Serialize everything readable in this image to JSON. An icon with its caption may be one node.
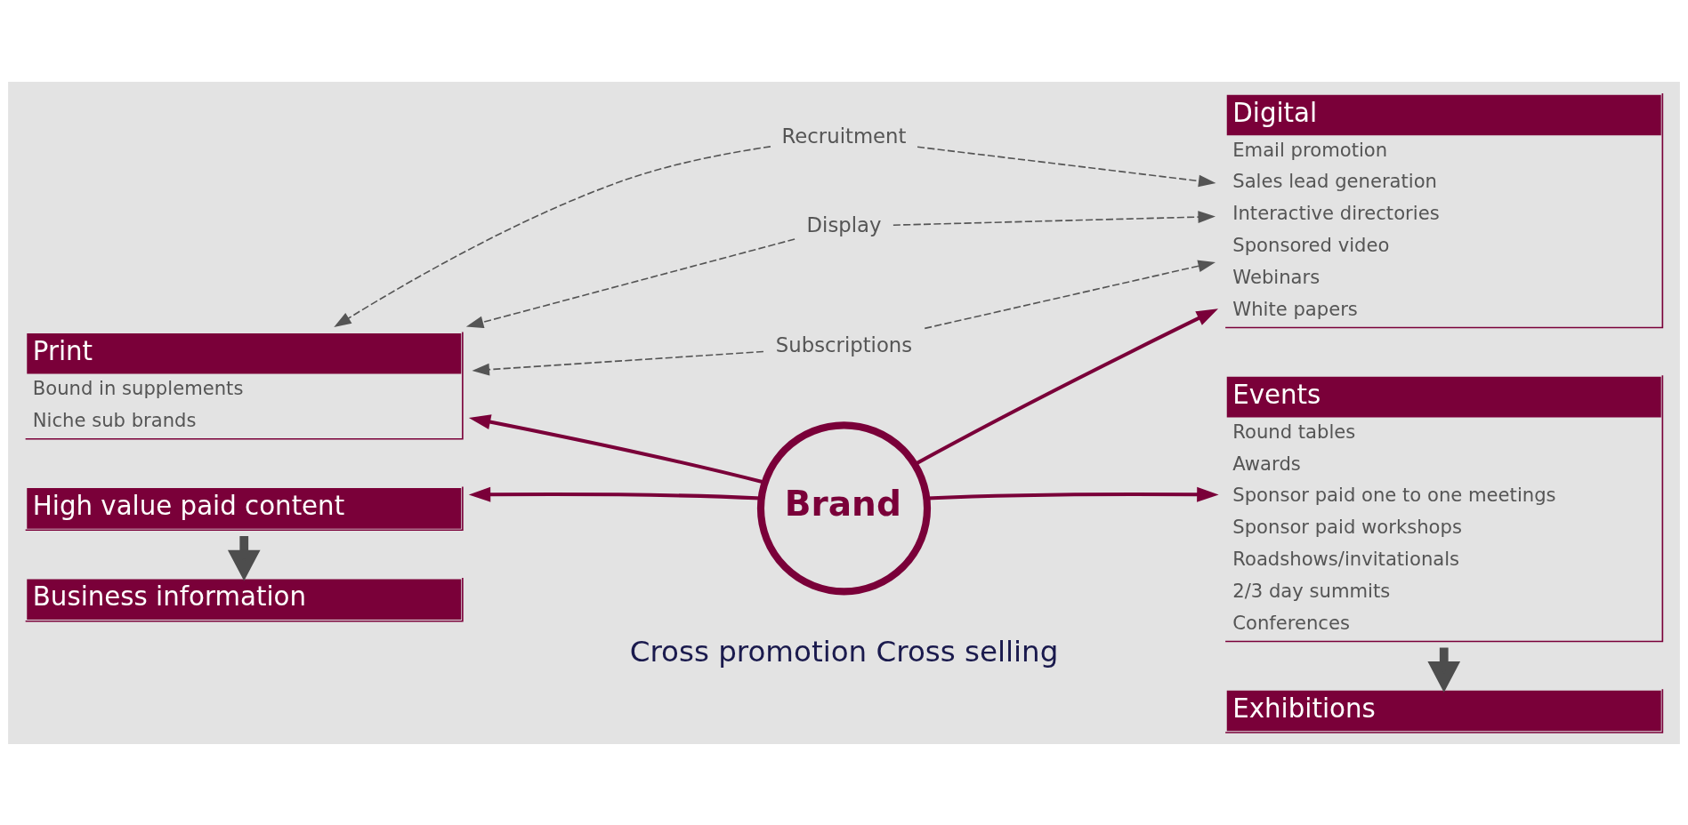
{
  "diagram": {
    "nodes": [
      {
        "text": [
          "Print",
          "Bound in supplements",
          "Niche sub brands"
        ]
      },
      {
        "text": [
          "Digital",
          "Email promotion",
          "Sales lead generation",
          "Interactive directories",
          "Sponsored video",
          "Webinars",
          "White papers"
        ]
      },
      {
        "text": [
          "High value paid content"
        ]
      },
      {
        "text": [
          "Events",
          "Round tables",
          "Awards",
          "Sponsor paid one to one meetings",
          "Sponsor paid workshops",
          "Roadshows/invitationals",
          "2/3 day summits",
          "Conferences"
        ]
      },
      {
        "text": [
          "Brand"
        ],
        "beside": [
          "Cross promotion Cross selling"
        ]
      },
      {
        "text": [
          "Business information"
        ]
      },
      {
        "text": [
          "Exhibitions"
        ]
      },
      {
        "text": [
          "Recruitment"
        ]
      },
      {
        "text": [
          "Display"
        ]
      },
      {
        "text": [
          "Subscriptions"
        ]
      }
    ],
    "edges": [
      {
        "from": 7,
        "to": 0,
        "arrow": "to",
        "style": "dashed"
      },
      {
        "from": 7,
        "to": 1,
        "arrow": "to",
        "style": "dashed"
      },
      {
        "from": 8,
        "to": 0,
        "arrow": "to",
        "style": "dashed"
      },
      {
        "from": 8,
        "to": 1,
        "arrow": "to",
        "style": "dashed"
      },
      {
        "from": 9,
        "to": 0,
        "arrow": "to",
        "style": "dashed"
      },
      {
        "from": 9,
        "to": 1,
        "arrow": "to",
        "style": "dashed"
      },
      {
        "from": 4,
        "to": 0,
        "arrow": "to",
        "color": "#7a0039"
      },
      {
        "from": 4,
        "to": 1,
        "arrow": "to",
        "color": "#7a0039"
      },
      {
        "from": 4,
        "to": 2,
        "arrow": "to",
        "color": "#7a0039"
      },
      {
        "from": 4,
        "to": 3,
        "arrow": "to",
        "color": "#7a0039"
      },
      {
        "from": 2,
        "to": 5,
        "arrow": "to",
        "style": "thick"
      },
      {
        "from": 3,
        "to": 6,
        "arrow": "to",
        "style": "thick"
      }
    ]
  }
}
